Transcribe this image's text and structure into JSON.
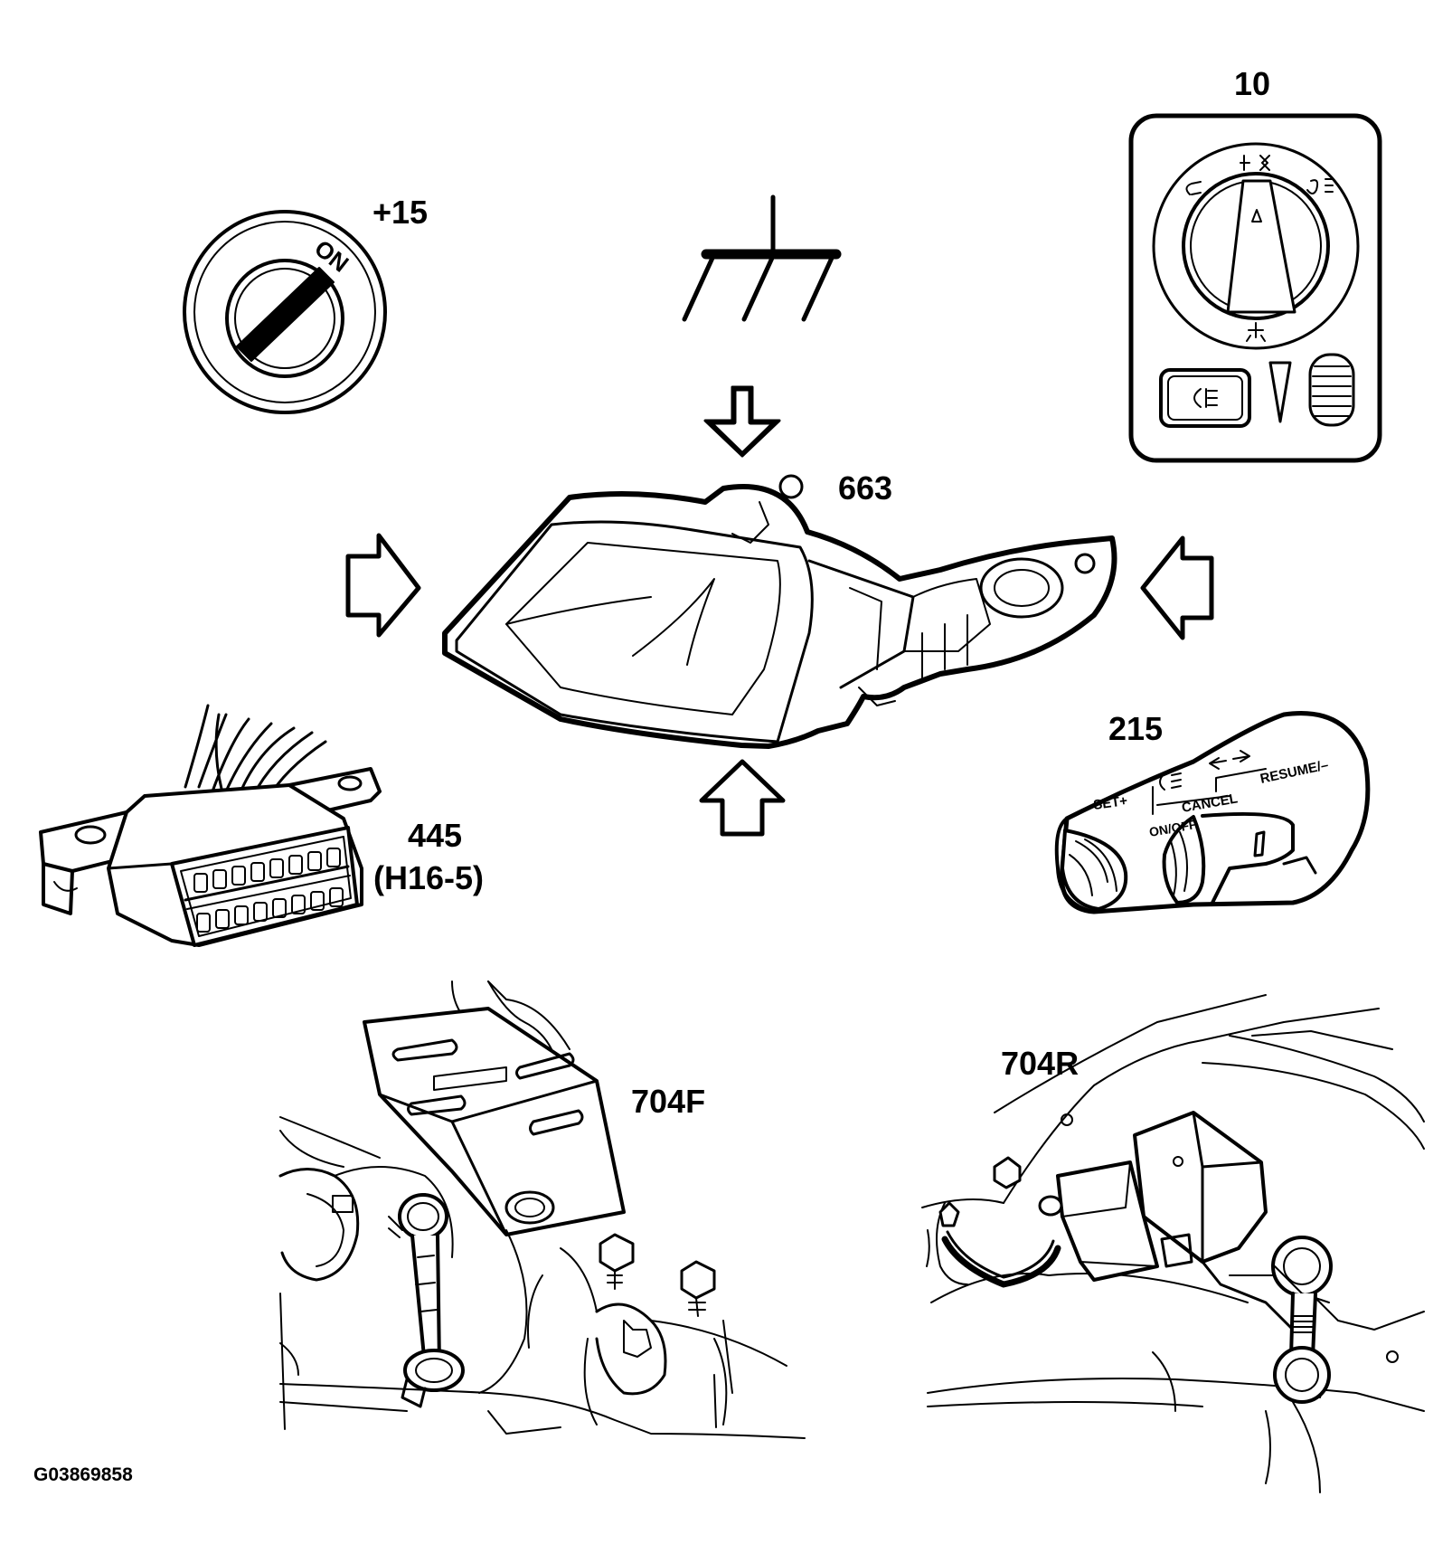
{
  "labels": {
    "ignition": "+15",
    "ignition_key_text": "ON",
    "light_switch": "10",
    "headlamp": "663",
    "cruise_switch": "215",
    "dlc": "445",
    "dlc_sub": "(H16-5)",
    "sensor_front": "704F",
    "sensor_rear": "704R",
    "figure_id": "G03869858"
  },
  "stalk_text": {
    "set": "SET+",
    "resume": "RESUME/–",
    "cancel": "CANCEL",
    "onoff": "ON/OFF"
  },
  "colors": {
    "ink": "#000000",
    "paper": "#ffffff"
  }
}
